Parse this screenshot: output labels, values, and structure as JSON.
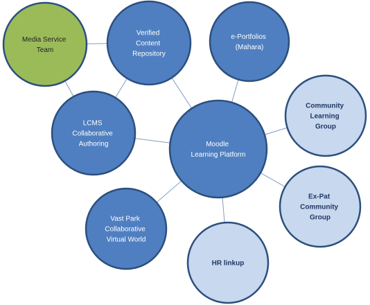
{
  "colors": {
    "dark_fill": "#4f7fc0",
    "dark_stroke": "#2c4f7d",
    "light_fill": "#c7d8ef",
    "light_stroke": "#2c4f7d",
    "green_fill": "#9bbb59",
    "green_stroke": "#2c4f7d",
    "link": "#7f9dc0",
    "dark_text": "#ffffff",
    "light_text": "#1f3864",
    "green_text": "#1f1f1f"
  },
  "nodes": {
    "media": {
      "lines": [
        "Media Service",
        "Team"
      ]
    },
    "verified": {
      "lines": [
        "Verified",
        "Content",
        "Repository"
      ]
    },
    "eportfolios": {
      "lines": [
        "e-Portfolios",
        "(Mahara)"
      ]
    },
    "lcms": {
      "lines": [
        "LCMS",
        "Collaborative",
        "Authoring"
      ]
    },
    "moodle": {
      "lines": [
        "Moodle",
        "Learning Platform"
      ]
    },
    "community": {
      "lines": [
        "Community",
        "Learning",
        "Group"
      ]
    },
    "expat": {
      "lines": [
        "Ex-Pat",
        "Community",
        "Group"
      ]
    },
    "vastpark": {
      "lines": [
        "Vast Park",
        "Collaborative",
        "Virtual World"
      ]
    },
    "hr": {
      "lines": [
        "HR linkup"
      ]
    }
  },
  "links": [
    [
      "media",
      "verified"
    ],
    [
      "media",
      "lcms"
    ],
    [
      "verified",
      "lcms"
    ],
    [
      "verified",
      "moodle"
    ],
    [
      "eportfolios",
      "moodle"
    ],
    [
      "lcms",
      "moodle"
    ],
    [
      "community",
      "moodle"
    ],
    [
      "expat",
      "moodle"
    ],
    [
      "vastpark",
      "moodle"
    ],
    [
      "hr",
      "moodle"
    ]
  ]
}
